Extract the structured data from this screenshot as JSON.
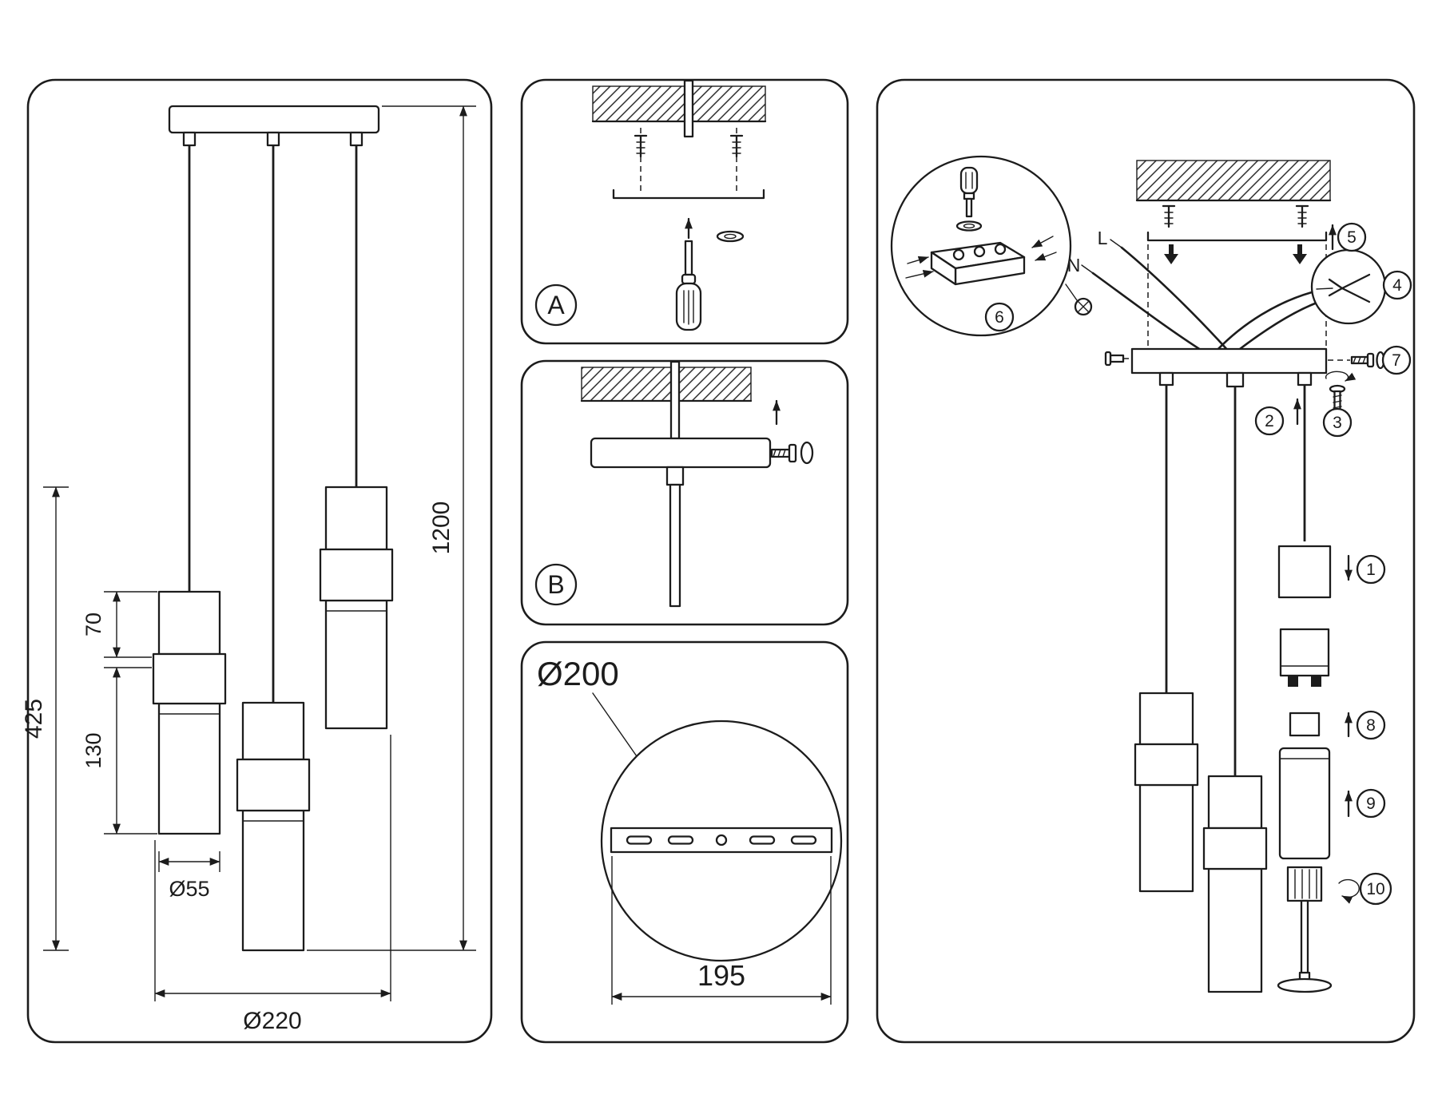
{
  "colors": {
    "line": "#1c1c1c",
    "background": "#ffffff"
  },
  "left_panel": {
    "dim_total_height": "1200",
    "dim_pendant_drop": "425",
    "dim_upper_section": "70",
    "dim_lower_section": "130",
    "dim_shade_diameter": "Ø55",
    "dim_fixture_diameter": "Ø220"
  },
  "step_panels": {
    "a_label": "A",
    "b_label": "B"
  },
  "canopy_panel": {
    "diameter_label": "Ø200",
    "bracket_width": "195"
  },
  "assembly_panel": {
    "wire_neutral": "N",
    "wire_live": "L",
    "steps": [
      "1",
      "2",
      "3",
      "4",
      "5",
      "6",
      "7",
      "8",
      "9",
      "10"
    ]
  }
}
